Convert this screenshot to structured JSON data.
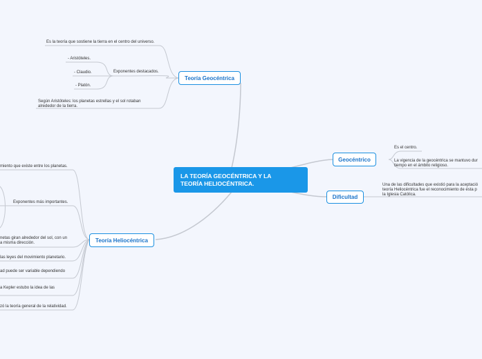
{
  "root": {
    "line1": "LA TEORÍA GEOCÉNTRICA Y LA",
    "line2": "TEORÍA HELIOCÉNTRICA."
  },
  "geo": {
    "label": "Teoría Geocéntrica",
    "def": "Es la teoría que sostiene la tierra en el centro del universo.",
    "exp": "Exponentes destacados.",
    "people": [
      "- Aristóteles.",
      "- Claudio.",
      "- Platón."
    ],
    "ari1": "Según Aristóteles: los planetas estrellas y el sol rotaban",
    "ari2": "alrededor de la tierra."
  },
  "helio": {
    "label": "Teoría Heliocéntrica",
    "items": [
      "miento que existe entre los planetas.",
      "Exponentes más importantes.",
      "netas giran alrededor del sol, con un",
      "a misma dirección.",
      "las leyes del movimiento planetario.",
      "ad puede ser variable dependiendo",
      "a Kepler estubo la idea de las",
      "zó la teoría general de la relatividad."
    ]
  },
  "geocentrico": {
    "label": "Geocéntrico",
    "a": "Es el centro.",
    "b1": "La vigencia de la geocéntrica se mantuvo dur",
    "b2": "tiempo en el ámbito religioso."
  },
  "dificultad": {
    "label": "Dificultad",
    "l1": "Una de las dificultades que existió para la aceptació",
    "l2": "teoría Heliocéntrica fue el reconocimiento de ésta p",
    "l3": "la Iglesia Católica."
  }
}
